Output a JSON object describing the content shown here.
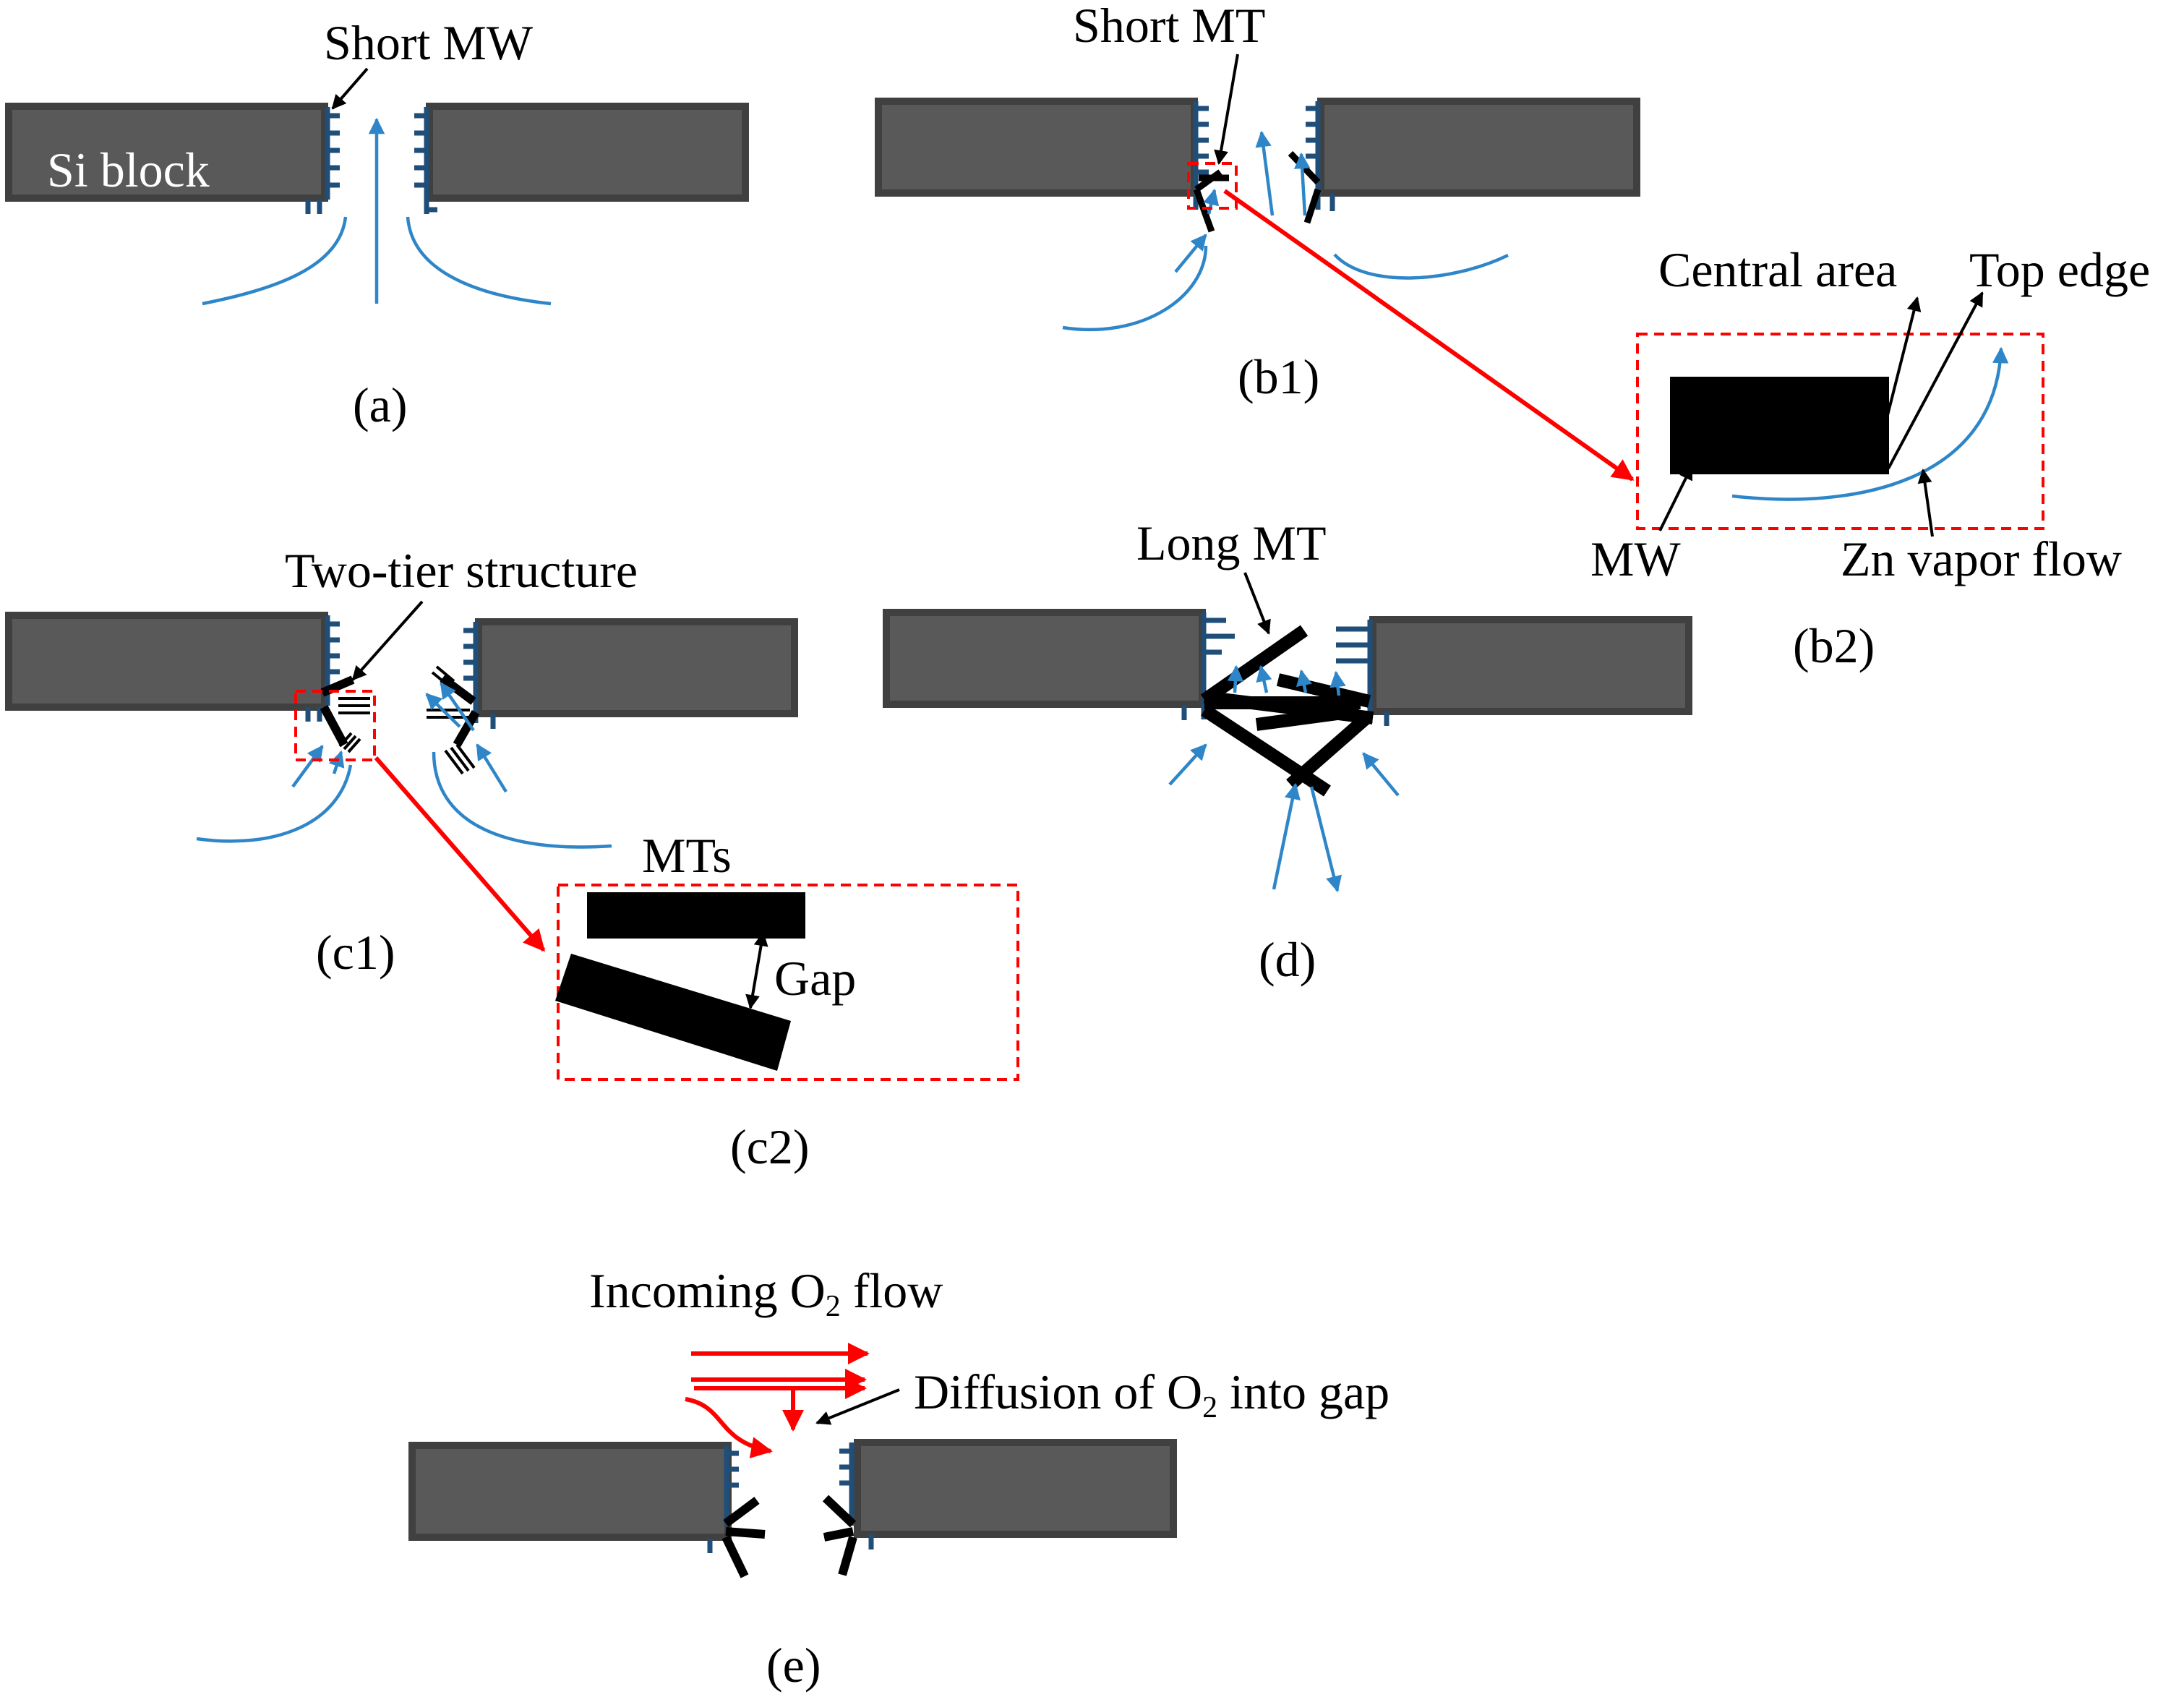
{
  "panel_labels": {
    "a": "(a)",
    "b1": "(b1)",
    "b2": "(b2)",
    "c1": "(c1)",
    "c2": "(c2)",
    "d": "(d)",
    "e": "(e)"
  },
  "annotations": {
    "short_mw": "Short MW",
    "si_block": "Si block",
    "short_mt": "Short MT",
    "central_area": "Central area",
    "top_edge": "Top edge",
    "mw": "MW",
    "zn_vapor_flow": "Zn vapor flow",
    "two_tier_structure": "Two-tier structure",
    "long_mt": "Long MT",
    "mts": "MTs",
    "gap": "Gap",
    "incoming_o2_flow_prefix": "Incoming O",
    "incoming_o2_flow_sub": "2",
    "incoming_o2_flow_suffix": " flow",
    "diffusion_prefix": "Diffusion of O",
    "diffusion_sub": "2",
    "diffusion_suffix": " into gap"
  },
  "colors": {
    "si_block_fill": "#595959",
    "si_block_border": "#404040",
    "nanowire": "#1f4e79",
    "vapor_flow": "#2e86c8",
    "o2_flow": "#ff0000",
    "microtube": "#000000"
  }
}
